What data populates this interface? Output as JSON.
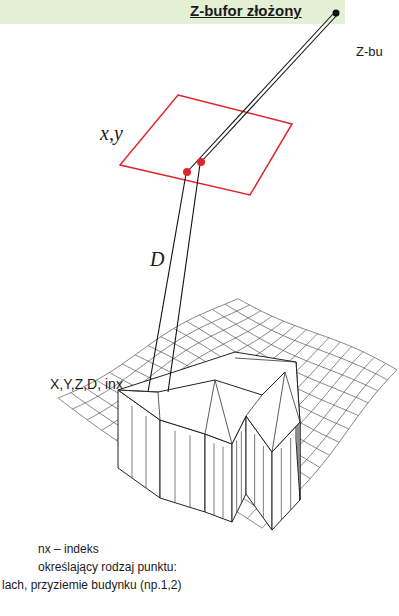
{
  "diagram": {
    "title": "Z-bufor złożony",
    "labels": [
      "Z-bu",
      "x,y",
      "D",
      "X,Y,Z,D, inx",
      "nx – indeks",
      "określający rodzaj punktu:",
      "lach, przyziemie budynku (np.1,2)"
    ]
  }
}
